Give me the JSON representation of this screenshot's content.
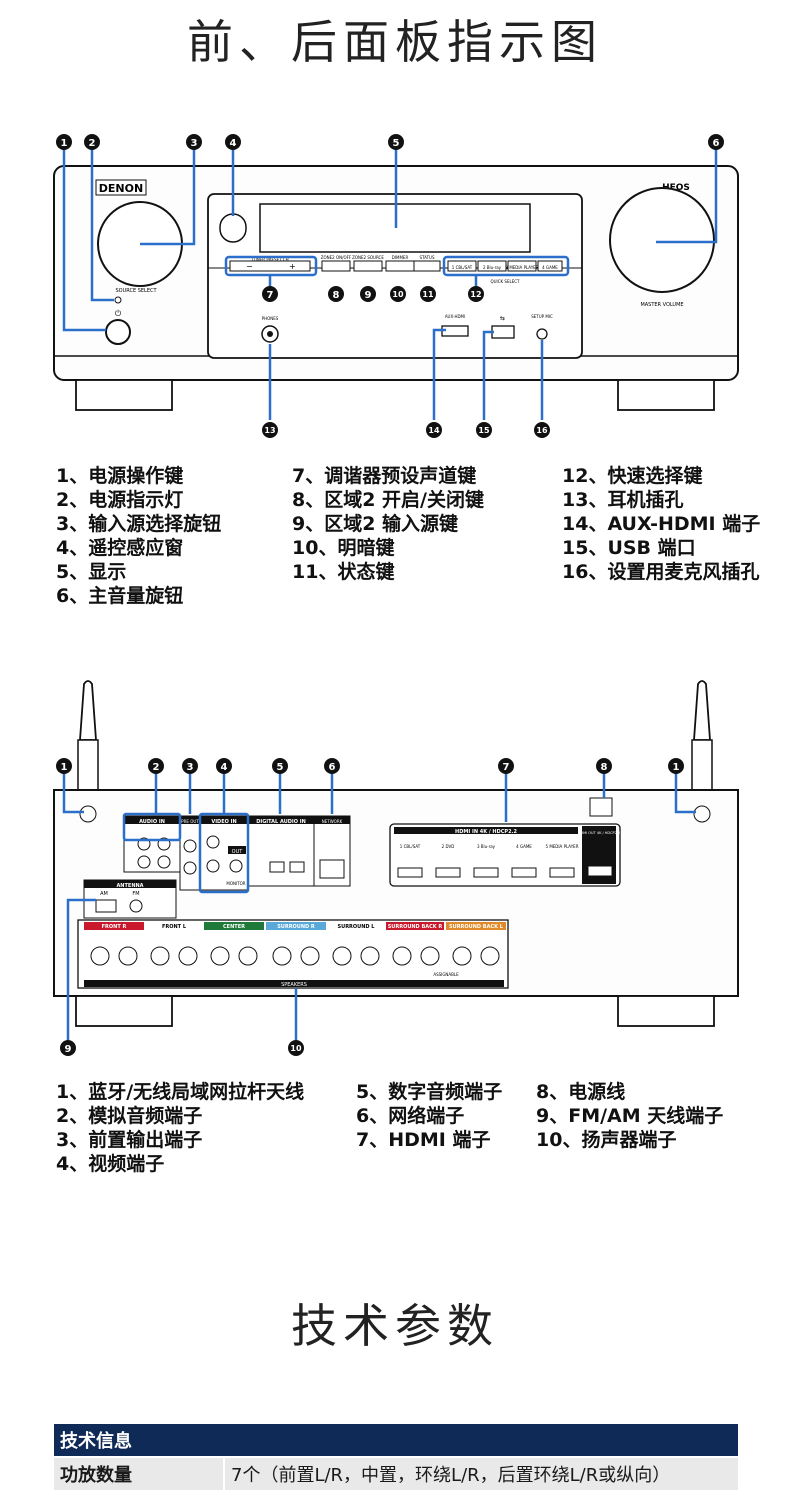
{
  "front_section": {
    "title": "前、后面板指示图",
    "brand": "DENON",
    "heos": "HEOS",
    "knob_left_label": "SOURCE SELECT",
    "knob_right_label": "MASTER VOLUME",
    "buttons": [
      "TUNER PRESET CH",
      "ZONE2 ON/OFF",
      "ZONE2 SOURCE",
      "DIMMER",
      "STATUS"
    ],
    "quick_select": [
      "1 CBL/SAT",
      "2 Blu-ray",
      "3 MEDIA PLAYER",
      "4 GAME"
    ],
    "quick_select_label": "QUICK SELECT",
    "phones_label": "PHONES",
    "aux_label": "AUX-HDMI",
    "setup_mic_label": "SETUP MIC",
    "callouts": [
      "1",
      "2",
      "3",
      "4",
      "5",
      "6",
      "7",
      "8",
      "9",
      "10",
      "11",
      "12",
      "13",
      "14",
      "15",
      "16"
    ],
    "legend_col1": [
      "1、电源操作键",
      "2、电源指示灯",
      "3、输入源选择旋钮",
      "4、遥控感应窗",
      "5、显示",
      "6、主音量旋钮"
    ],
    "legend_col2": [
      "7、调谐器预设声道键",
      "8、区域2 开启/关闭键",
      "9、区域2 输入源键",
      "10、明暗键",
      "11、状态键"
    ],
    "legend_col3": [
      "12、快速选择键",
      "13、耳机插孔",
      "14、AUX-HDMI 端子",
      "15、USB 端口",
      "16、设置用麦克风插孔"
    ]
  },
  "rear_section": {
    "labels": {
      "audio": "AUDIO IN",
      "preout": "PRE OUT",
      "video": "VIDEO IN",
      "video_out": "OUT",
      "monitor": "MONITOR",
      "digital": "DIGITAL AUDIO IN",
      "network": "NETWORK",
      "hdmi_in": "HDMI IN 4K / HDCP2.2",
      "hdmi_out": "HDMI OUT 4K / HDCP2.2",
      "hdmi_ports": [
        "1 CBL/SAT",
        "2 DVD",
        "3 Blu-ray",
        "4 GAME",
        "5 MEDIA PLAYER"
      ],
      "antenna": "ANTENNA",
      "am": "AM",
      "fm": "FM",
      "speakers": "SPEAKERS",
      "assignable": "ASSIGNABLE",
      "speaker_groups": [
        "FRONT R",
        "FRONT L",
        "CENTER",
        "SURROUND R",
        "SURROUND L",
        "SURROUND BACK R",
        "SURROUND BACK L"
      ]
    },
    "callouts": [
      "1",
      "2",
      "3",
      "4",
      "5",
      "6",
      "7",
      "8",
      "1",
      "9",
      "10"
    ],
    "legend_col1": [
      "1、蓝牙/无线局域网拉杆天线",
      "2、模拟音频端子",
      "3、前置输出端子",
      "4、视频端子"
    ],
    "legend_col2": [
      "5、数字音频端子",
      "6、网络端子",
      "7、HDMI 端子"
    ],
    "legend_col3": [
      "8、电源线",
      "9、FM/AM 天线端子",
      "10、扬声器端子"
    ]
  },
  "specs_section": {
    "title": "技术参数",
    "header": "技术信息",
    "rows": [
      {
        "key": "功放数量",
        "value": "7个（前置L/R，中置，环绕L/R，后置环绕L/R或纵向）"
      }
    ]
  },
  "colors": {
    "callout_blue": "#2a6fc9",
    "table_header": "#0f2a57",
    "center_green": "#1f7a3a",
    "surround_blue": "#58a8d8",
    "surround_back_orange": "#e08a2a",
    "front_red": "#c8192d"
  }
}
